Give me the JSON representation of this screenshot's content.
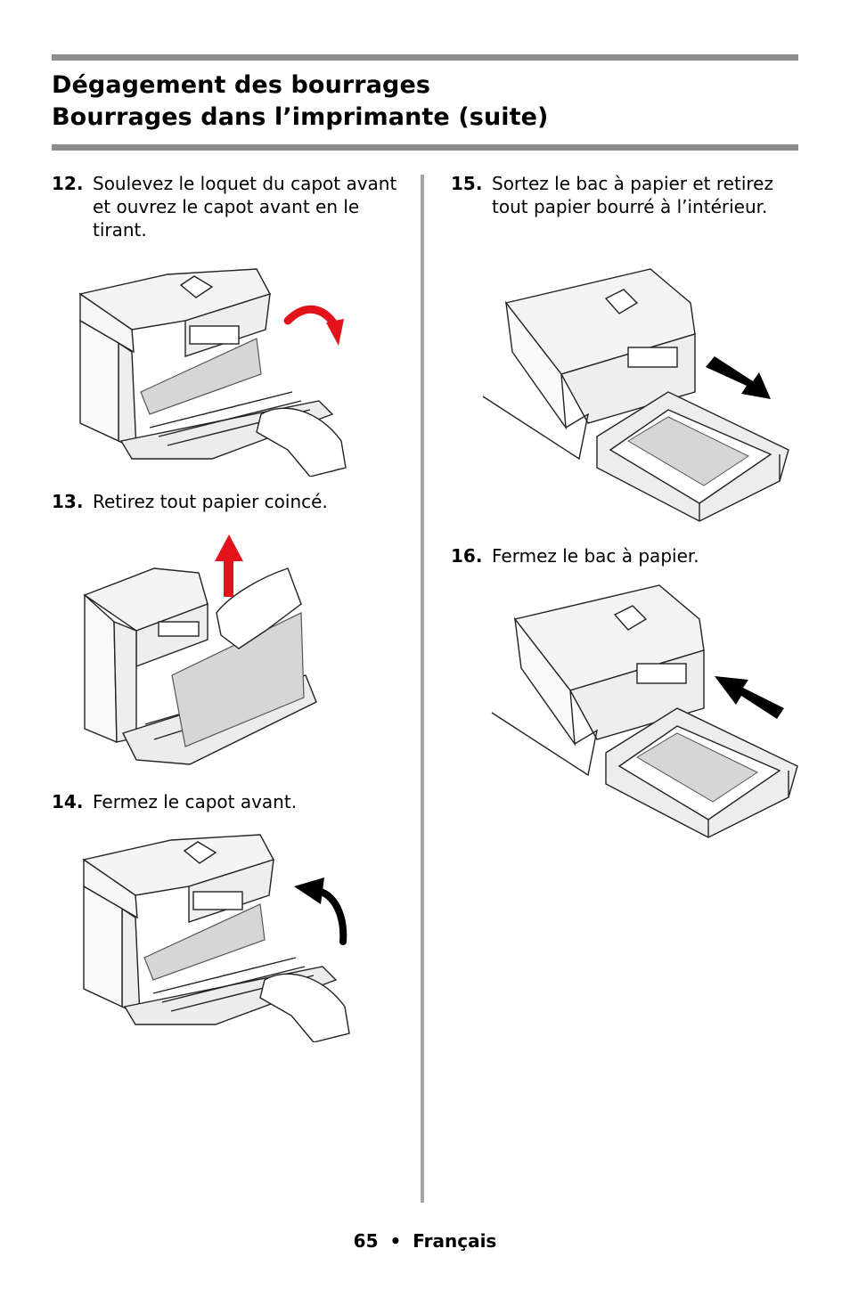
{
  "header": {
    "title_line1": "Dégagement des bourrages",
    "title_line2": "Bourrages dans l’imprimante  (suite)"
  },
  "steps": [
    {
      "num": "12.",
      "text": "Soulevez le loquet du capot avant et ouvrez le capot avant en le tirant."
    },
    {
      "num": "13.",
      "text": "Retirez tout papier coincé."
    },
    {
      "num": "14.",
      "text": "Fermez le capot avant."
    },
    {
      "num": "15.",
      "text": " Sortez le bac à papier et retirez tout papier bourré à l’intérieur."
    },
    {
      "num": "16.",
      "text": "Fermez le bac à papier."
    }
  ],
  "footer": {
    "page": "65",
    "bullet": "•",
    "language": "Français"
  },
  "colors": {
    "rule": "#8c8c8c",
    "divider": "#a5a5a5",
    "red_arrow": "#e2131a",
    "black_arrow": "#000000",
    "paper": "#d9d9d9"
  }
}
